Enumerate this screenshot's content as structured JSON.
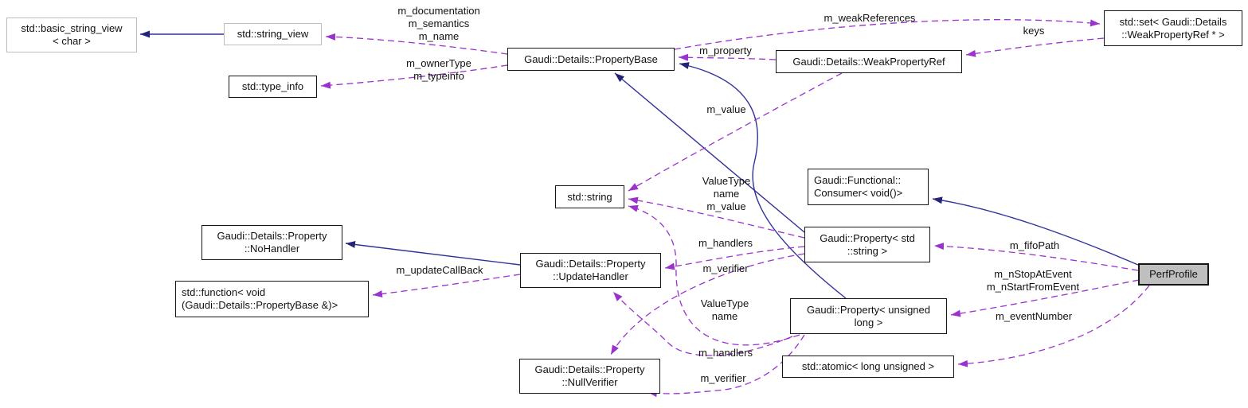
{
  "diagram_title": "PerfProfile collaboration diagram",
  "colors": {
    "background": "#ffffff",
    "inheritance_edge": "#32329b",
    "usage_edge": "#9a32cd",
    "node_border": "#161616",
    "undocumented_node_border": "#bdbdbd",
    "selected_node_fill": "#bfbfbf",
    "text": "#111111"
  },
  "nodes": {
    "basic_string_view": {
      "line1": "std::basic_string_view",
      "line2": "< char >"
    },
    "string_view": {
      "line1": "std::string_view"
    },
    "type_info": {
      "line1": "std::type_info"
    },
    "property_base": {
      "line1": "Gaudi::Details::PropertyBase"
    },
    "weak_property_ref": {
      "line1": "Gaudi::Details::WeakPropertyRef"
    },
    "std_set": {
      "line1": "std::set< Gaudi::Details",
      "line2": "::WeakPropertyRef * >"
    },
    "std_string": {
      "line1": "std::string"
    },
    "consumer": {
      "line1": "Gaudi::Functional::",
      "line2": "Consumer< void()>"
    },
    "no_handler": {
      "line1": "Gaudi::Details::Property",
      "line2": "::NoHandler"
    },
    "update_handler": {
      "line1": "Gaudi::Details::Property",
      "line2": "::UpdateHandler"
    },
    "std_function": {
      "line1": "std::function< void",
      "line2": "(Gaudi::Details::PropertyBase &)>"
    },
    "property_string": {
      "line1": "Gaudi::Property< std",
      "line2": "::string >"
    },
    "property_ulong": {
      "line1": "Gaudi::Property< unsigned",
      "line2": "long >"
    },
    "null_verifier": {
      "line1": "Gaudi::Details::Property",
      "line2": "::NullVerifier"
    },
    "std_atomic": {
      "line1": "std::atomic< long unsigned >"
    },
    "perf_profile": {
      "line1": "PerfProfile"
    }
  },
  "edge_labels": {
    "docs": {
      "line1": "m_documentation",
      "line2": "m_semantics",
      "line3": "m_name"
    },
    "owner": {
      "line1": "m_ownerType",
      "line2": "m_typeinfo"
    },
    "property": {
      "line1": "m_property"
    },
    "weak_references": {
      "line1": "m_weakReferences"
    },
    "keys": {
      "line1": "keys"
    },
    "value": {
      "line1": "m_value"
    },
    "valuetype_name_value": {
      "line1": "ValueType",
      "line2": "name",
      "line3": "m_value"
    },
    "handlers_upper": {
      "line1": "m_handlers"
    },
    "verifier_upper": {
      "line1": "m_verifier"
    },
    "valuetype_name": {
      "line1": "ValueType",
      "line2": "name"
    },
    "handlers_lower": {
      "line1": "m_handlers"
    },
    "verifier_lower": {
      "line1": "m_verifier"
    },
    "update_callback": {
      "line1": "m_updateCallBack"
    },
    "fifo_path": {
      "line1": "m_fifoPath"
    },
    "stop_start": {
      "line1": "m_nStopAtEvent",
      "line2": "m_nStartFromEvent"
    },
    "event_number": {
      "line1": "m_eventNumber"
    }
  }
}
